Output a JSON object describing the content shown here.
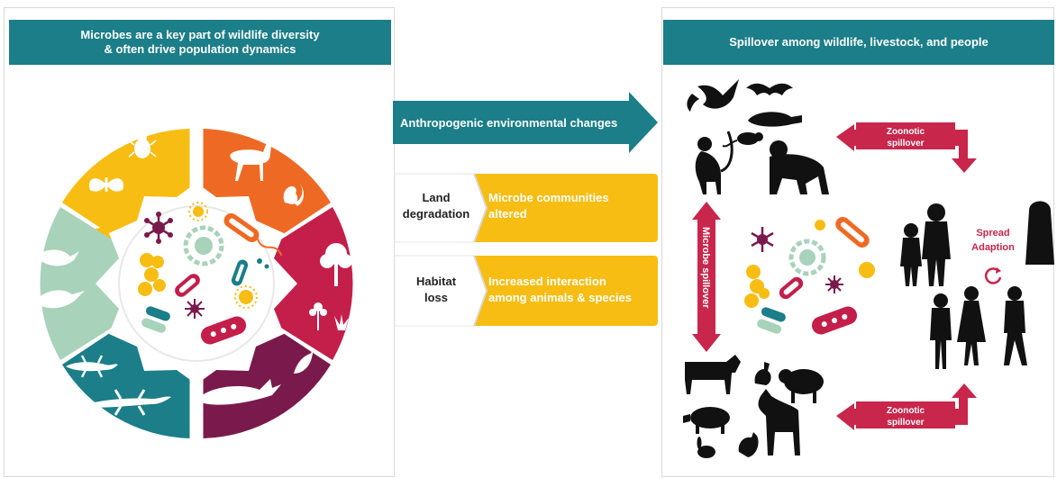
{
  "left_panel": {
    "title_line1": "Microbes are a key part of wildlife diversity",
    "title_line2": "& often drive population dynamics"
  },
  "right_panel": {
    "title": "Spillover among wildlife, livestock, and people",
    "zoonotic_top_line1": "Zoonotic",
    "zoonotic_top_line2": "spillover",
    "zoonotic_bottom_line1": "Zoonotic",
    "zoonotic_bottom_line2": "spillover",
    "microbe_spillover": "Microbe spillover",
    "spread": "Spread",
    "adaption": "Adaption"
  },
  "middle": {
    "arrow_label": "Anthropogenic environmental changes",
    "cause1_line1": "Land",
    "cause1_line2": "degradation",
    "effect1_line1": "Microbe communities",
    "effect1_line2": "altered",
    "cause2_line1": "Habitat",
    "cause2_line2": "loss",
    "effect2_line1": "Increased interaction",
    "effect2_line2": "among animals & species"
  },
  "colors": {
    "teal": "#1b7e88",
    "yellow": "#f7bd12",
    "orange": "#ee6a24",
    "crimson": "#c41e4a",
    "plum": "#7a1a4c",
    "sage": "#a8d2ba",
    "red_arrow": "#c8264b",
    "silhouette": "#111111"
  },
  "icons": [
    "moth-icon",
    "beetle-icon",
    "deer-icon",
    "squirrel-icon",
    "tree-icon",
    "flower-icon",
    "whale-icon",
    "bird-icon",
    "gecko-icon",
    "lizard-icon",
    "pelican-icon",
    "microbe-icon",
    "duck-icon",
    "bat-icon",
    "platypus-icon",
    "rat-icon",
    "monkey-icon",
    "chimpanzee-icon",
    "cow-icon",
    "pig-icon",
    "sheep-icon",
    "horse-icon",
    "rabbit-icon",
    "chicken-icon",
    "person-icon",
    "cycle-icon"
  ]
}
